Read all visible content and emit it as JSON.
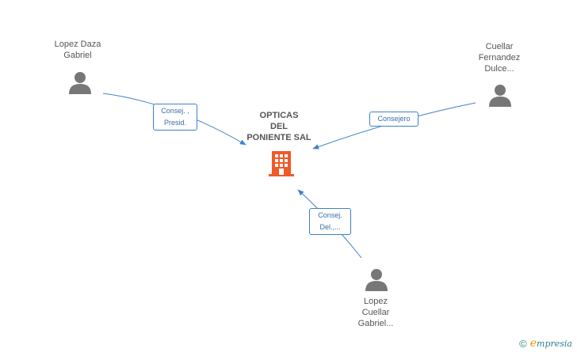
{
  "company": {
    "name_lines": [
      "OPTICAS",
      "DEL",
      "PONIENTE SAL"
    ],
    "icon": "building-icon",
    "color": "#f05a28"
  },
  "people": [
    {
      "id": "lopez-daza",
      "name_lines": [
        "Lopez Daza",
        "Gabriel"
      ],
      "icon": "person-icon"
    },
    {
      "id": "cuellar-fernandez",
      "name_lines": [
        "Cuellar",
        "Fernandez",
        "Dulce..."
      ],
      "icon": "person-icon"
    },
    {
      "id": "lopez-cuellar",
      "name_lines": [
        "Lopez",
        "Cuellar",
        "Gabriel..."
      ],
      "icon": "person-icon"
    }
  ],
  "relations": [
    {
      "from": "lopez-daza",
      "label_lines": [
        "Consej. ,",
        "Presid."
      ]
    },
    {
      "from": "cuellar-fernandez",
      "label_lines": [
        "Consejero"
      ]
    },
    {
      "from": "lopez-cuellar",
      "label_lines": [
        "Consej.",
        "Del.,..."
      ]
    }
  ],
  "colors": {
    "edge": "#3f80c8",
    "person": "#777777"
  },
  "footer": {
    "copyright": "©",
    "brand_initial": "e",
    "brand_rest": "mpresia"
  }
}
